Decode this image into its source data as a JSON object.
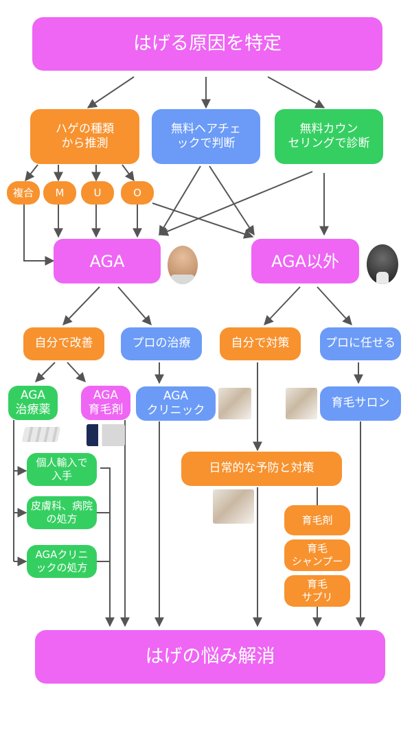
{
  "nodes": {
    "root": "はげる原因を特定",
    "type_guess": "ハゲの種類\nから推測",
    "free_check": "無料ヘアチェ\nックで判断",
    "free_counsel": "無料カウン\nセリングで診断",
    "type_complex": "複合",
    "type_m": "M",
    "type_u": "U",
    "type_o": "O",
    "aga": "AGA",
    "non_aga": "AGA以外",
    "self_improve": "自分で改善",
    "pro_treat": "プロの治療",
    "self_measure": "自分で対策",
    "pro_leave": "プロに任せる",
    "aga_drug": "AGA\n治療薬",
    "aga_hair_tonic": "AGA\n育毛剤",
    "aga_clinic": "AGA\nクリニック",
    "hair_salon": "育毛サロン",
    "personal_import": "個人輸入で\n入手",
    "dermatology": "皮膚科、病院\nの処方",
    "aga_clinic_rx": "AGAクリニ\nックの処方",
    "daily_prevention": "日常的な予防と対策",
    "hair_growth_agent": "育毛剤",
    "hair_shampoo": "育毛\nシャンプー",
    "hair_supplement": "育毛\nサプリ",
    "goal": "はげの悩み解消"
  },
  "colors": {
    "magenta": "#ee66f3",
    "orange": "#f7922f",
    "blue": "#6b9bf6",
    "green": "#35cf61",
    "arrow": "#555555"
  }
}
